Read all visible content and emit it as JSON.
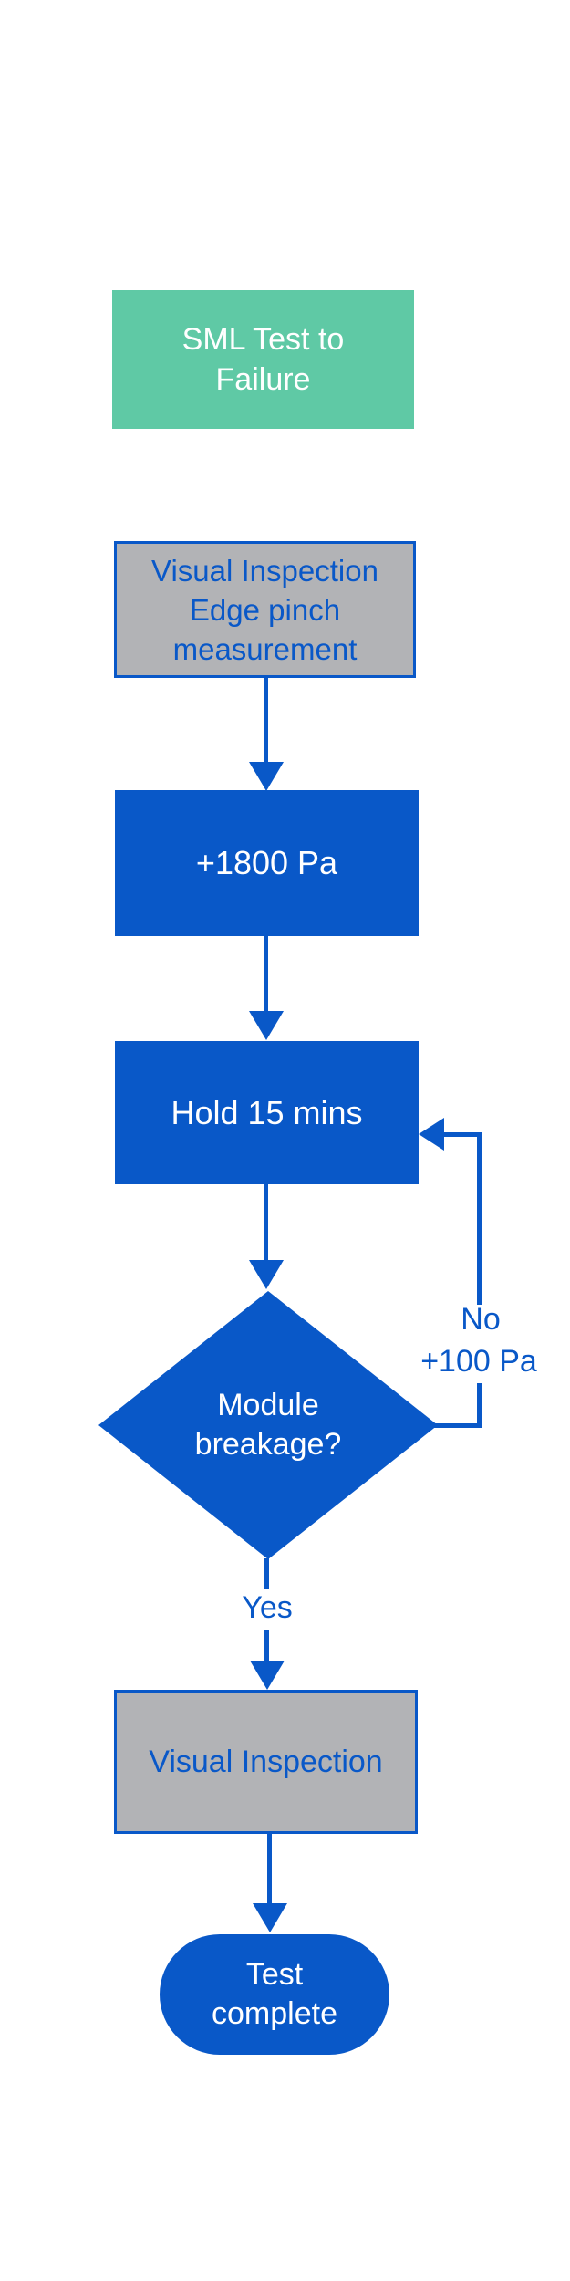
{
  "meta": {
    "diagram_type": "flowchart",
    "title": "SML Test to Failure"
  },
  "colors": {
    "blue": "#0958C8",
    "green": "#5FC9A5",
    "gray": "#B2B3B6",
    "white": "#FFFFFF"
  },
  "nodes": {
    "start": {
      "line1": "SML Test to",
      "line2": "Failure"
    },
    "pre_inspection": {
      "line1": "Visual Inspection",
      "line2": "Edge pinch",
      "line3": "measurement"
    },
    "pressure": {
      "label": "+1800 Pa"
    },
    "hold": {
      "label": "Hold 15 mins"
    },
    "decision": {
      "line1": "Module",
      "line2": "breakage?"
    },
    "post_inspection": {
      "label": "Visual Inspection"
    },
    "end": {
      "line1": "Test",
      "line2": "complete"
    }
  },
  "edges": {
    "no": {
      "label": "No",
      "increment": "+100 Pa"
    },
    "yes": {
      "label": "Yes"
    }
  }
}
